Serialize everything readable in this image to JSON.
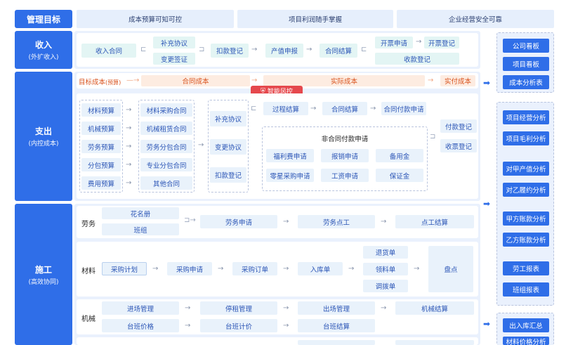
{
  "header": {
    "title": "管理目标",
    "goals": [
      "成本预算可知可控",
      "项目利润随手掌握",
      "企业经营安全可靠"
    ]
  },
  "categories": {
    "income": {
      "title": "收入",
      "sub": "(外扩收入)"
    },
    "expense": {
      "title": "支出",
      "sub": "(内控成本)"
    },
    "construction": {
      "title": "施工",
      "sub": "(高效协同)"
    }
  },
  "income": {
    "contract": "收入合同",
    "supplement": "补充协议",
    "change": "变更签证",
    "deduction": "扣款登记",
    "output": "产值申报",
    "settlement": "合同结算",
    "invoice_apply": "开票申请",
    "invoice_reg": "开票登记",
    "receipt_reg": "收款登记"
  },
  "cost_flow": {
    "target": "目标成本",
    "target_tag": "(预算)",
    "contract_cost": "合同成本",
    "actual_cost": "实际成本",
    "payable_cost": "实付成本",
    "risk_badge": "智能风控"
  },
  "expense": {
    "budgets": [
      "材料预算",
      "机械预算",
      "劳务预算",
      "分包预算",
      "费用预算"
    ],
    "contracts": [
      "材料采购合同",
      "机械租赁合同",
      "劳务分包合同",
      "专业分包合同",
      "其他合同"
    ],
    "adjust": [
      "补充协议",
      "变更协议",
      "扣款登记"
    ],
    "process_settle": "过程结算",
    "contract_settle": "合同结算",
    "contract_pay": "合同付款申请",
    "noncontract_title": "非合同付款申请",
    "noncontract": [
      "福利费申请",
      "报销申请",
      "备用金",
      "零星采购申请",
      "工资申请",
      "保证金"
    ],
    "pay_reg": "付款登记",
    "receipt_reg": "收票登记"
  },
  "construction": {
    "labor": {
      "label": "劳务",
      "roster": "花名册",
      "team": "班组",
      "apply": "劳务申请",
      "checkin": "劳务点工",
      "settle": "点工结算"
    },
    "material": {
      "label": "材料",
      "plan": "采购计划",
      "apply": "采购申请",
      "order": "采购订单",
      "inbound": "入库单",
      "returns": "退货单",
      "requisition": "领料单",
      "transfer": "调拨单",
      "inventory": "盘点"
    },
    "machine": {
      "label": "机械",
      "entry": "进场管理",
      "stop": "停租管理",
      "exit": "出场管理",
      "settle": "机械结算",
      "shift_price": "台班价格",
      "shift_calc": "台班计价",
      "shift_settle": "台班结算"
    }
  },
  "reports": {
    "g1": [
      "公司看板",
      "项目看板",
      "成本分析表"
    ],
    "g2": [
      "项目经营分析",
      "项目毛利分析",
      "对甲产值分析",
      "对乙履约分析",
      "甲方账款分析",
      "乙方账款分析",
      "劳工报表",
      "班组报表"
    ],
    "g3": [
      "出入库汇总",
      "材料价格分析"
    ]
  },
  "colors": {
    "primary": "#2f6ee8",
    "orange": "#d9531e"
  }
}
